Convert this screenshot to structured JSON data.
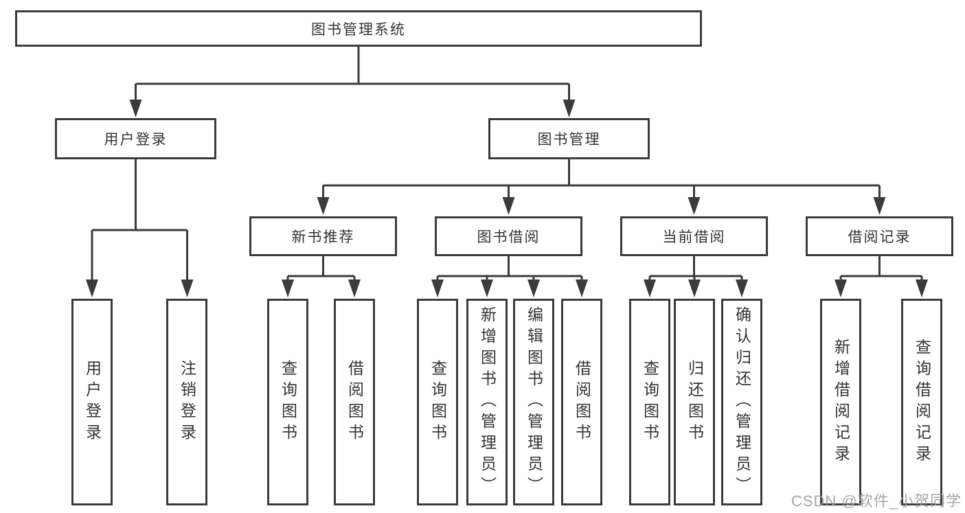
{
  "diagram": {
    "root": {
      "label": "图书管理系统"
    },
    "level2": [
      {
        "label": "用户登录"
      },
      {
        "label": "图书管理"
      }
    ],
    "level3": [
      {
        "label": "新书推荐"
      },
      {
        "label": "图书借阅"
      },
      {
        "label": "当前借阅"
      },
      {
        "label": "借阅记录"
      }
    ],
    "leaves_user_login": [
      {
        "label": "用户登录"
      },
      {
        "label": "注销登录"
      }
    ],
    "leaves_new_book": [
      {
        "label": "查询图书"
      },
      {
        "label": "借阅图书"
      }
    ],
    "leaves_borrow": [
      {
        "label": "查询图书"
      },
      {
        "label": "新增图书（管理员）"
      },
      {
        "label": "编辑图书（管理员）"
      },
      {
        "label": "借阅图书"
      }
    ],
    "leaves_current": [
      {
        "label": "查询图书"
      },
      {
        "label": "归还图书"
      },
      {
        "label": "确认归还（管理员）"
      }
    ],
    "leaves_records": [
      {
        "label": "新增借阅记录"
      },
      {
        "label": "查询借阅记录"
      }
    ]
  },
  "watermark": {
    "text": "CSDN @软件_小贺同学"
  },
  "colors": {
    "line": "#3b3b3b",
    "text": "#333333",
    "watermark": "#9d9d9d",
    "background": "#ffffff"
  }
}
